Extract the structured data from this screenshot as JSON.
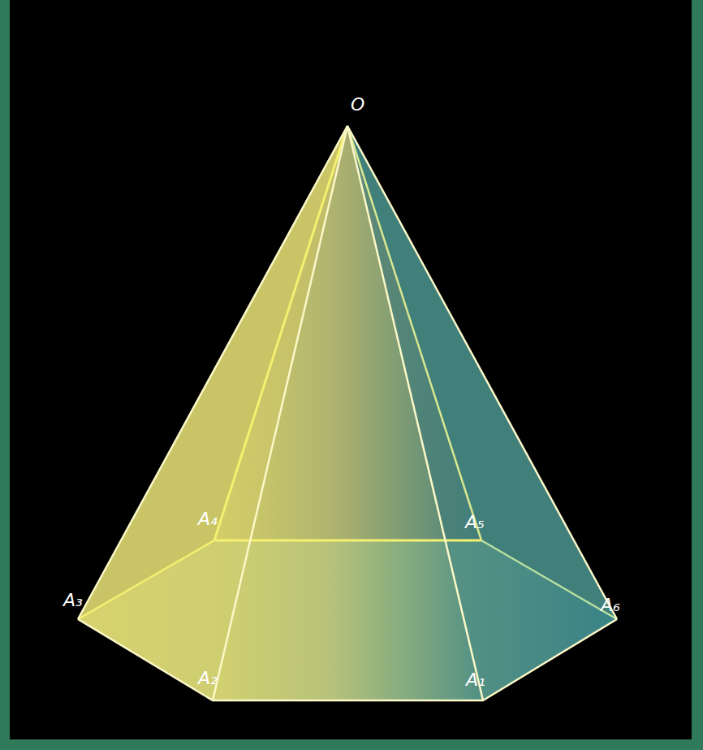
{
  "diagram": {
    "labels": [
      "O",
      "A₄",
      "A₅",
      "A₃",
      "A₆",
      "A₂",
      "A₁"
    ]
  }
}
